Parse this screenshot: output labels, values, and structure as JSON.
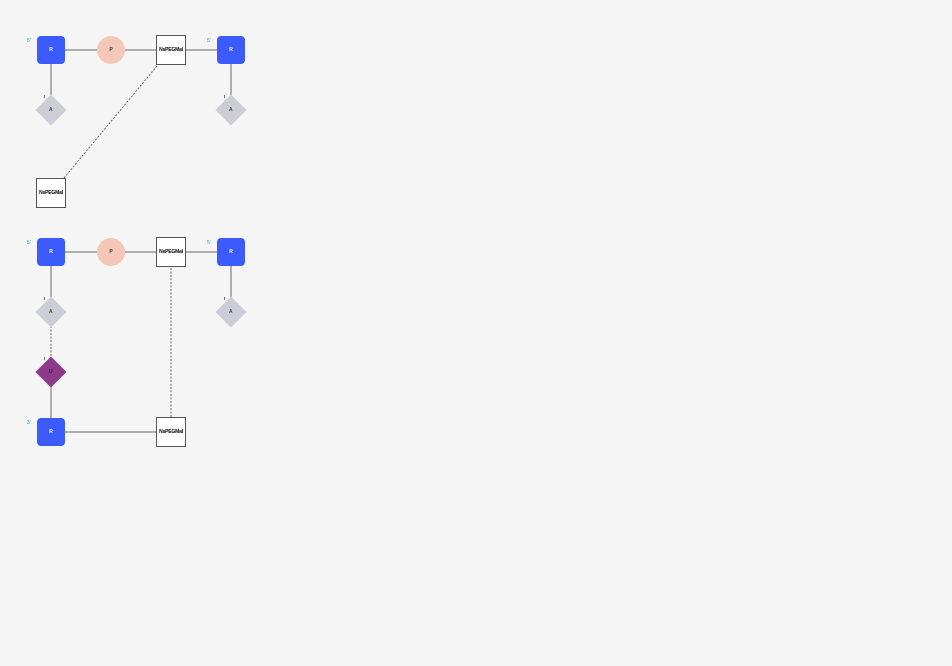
{
  "colors": {
    "sugar": "#3b5bfd",
    "phosphate": "#f4c7b8",
    "base_a": "#cdcdd6",
    "base_u": "#8e3a8a",
    "end_label": "#1a9bb3",
    "line": "#666666"
  },
  "labels": {
    "sugar": "R",
    "phosphate": "P",
    "base_a": "A",
    "base_u": "U",
    "linker": "NsPEGMal",
    "five_prime": "5'",
    "three_prime": "3'"
  },
  "diagram_top": {
    "nodes": [
      "R",
      "P",
      "NsPEGMal",
      "R",
      "A",
      "A",
      "NsPEGMal"
    ]
  },
  "diagram_bottom": {
    "nodes": [
      "R",
      "P",
      "NsPEGMal",
      "R",
      "A",
      "A",
      "U",
      "R",
      "NsPEGMal"
    ]
  }
}
